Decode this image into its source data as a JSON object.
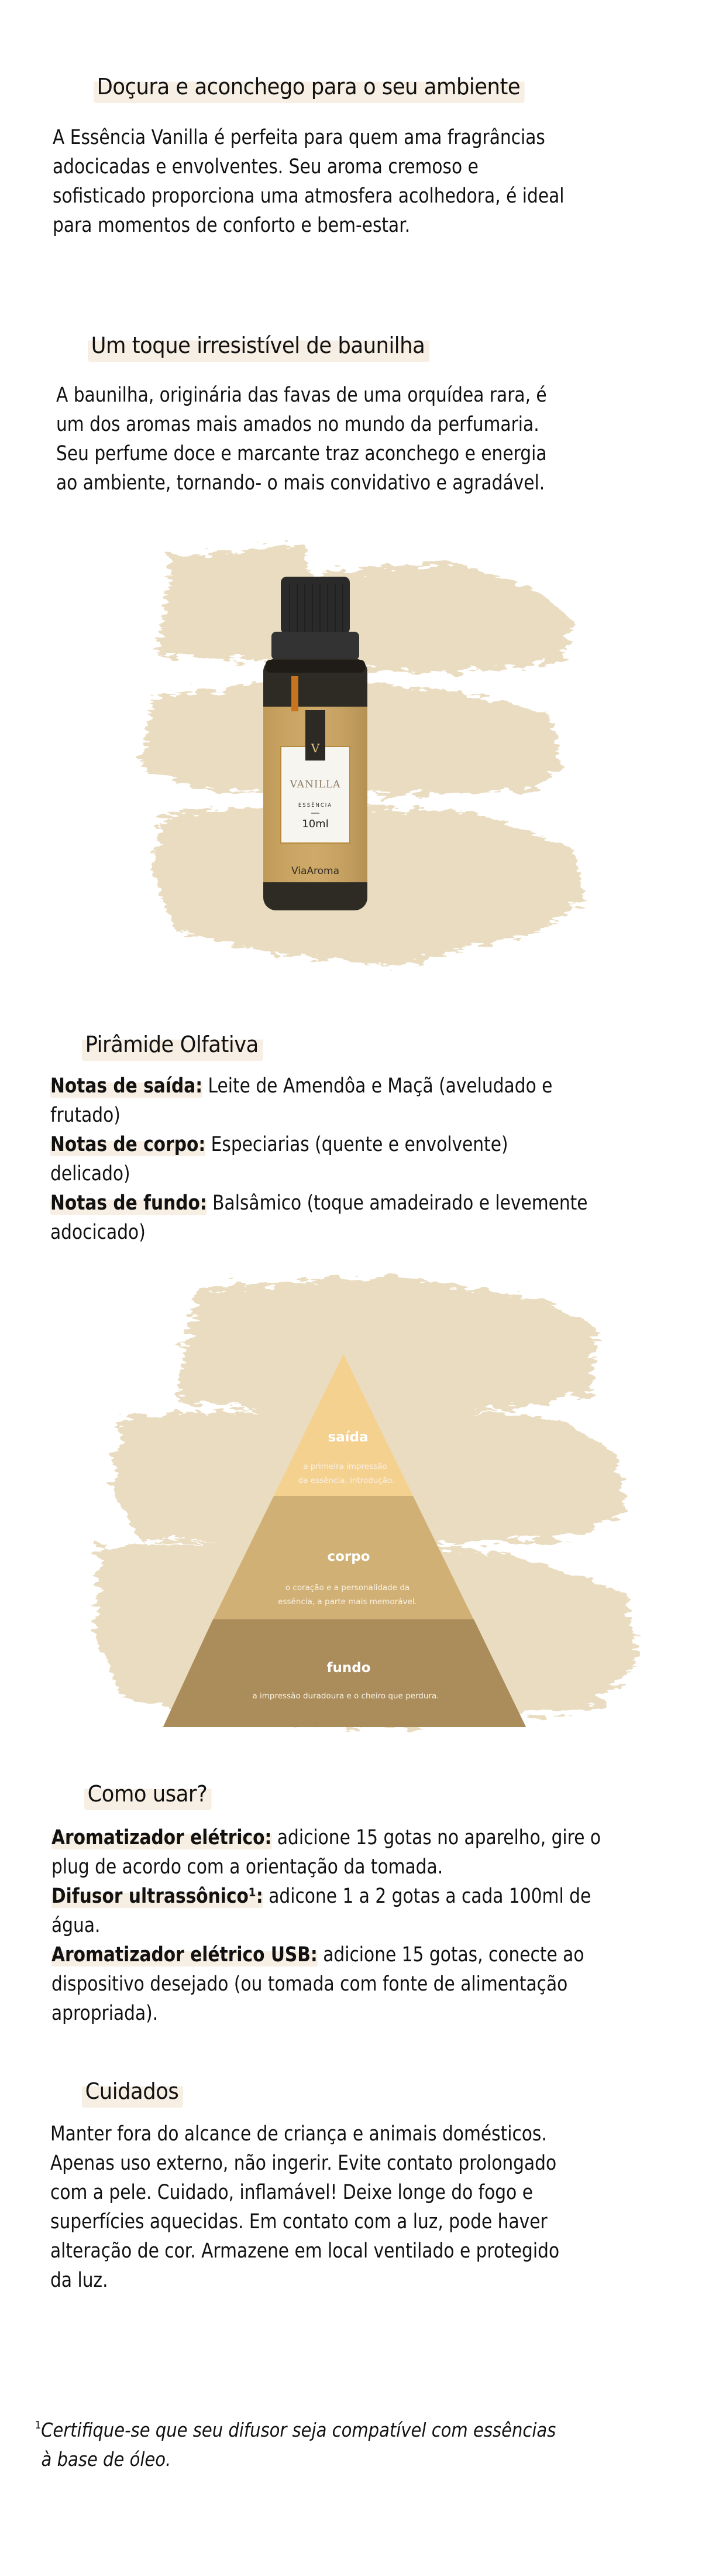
{
  "sections": {
    "intro": {
      "heading": "Doçura e aconchego para o seu ambiente",
      "lines": [
        "A Essência Vanilla é perfeita para quem ama fragrâncias",
        "adocicadas e envolventes. Seu aroma cremoso e",
        "sofisticado proporciona uma atmosfera acolhedora, é ideal",
        "para momentos de conforto e bem-estar."
      ]
    },
    "vanilla": {
      "heading": "Um toque irresistível de baunilha",
      "lines": [
        "A baunilha, originária das favas de uma orquídea rara, é",
        "um dos aromas mais amados no mundo da perfumaria.",
        "Seu perfume doce e marcante traz aconchego e energia",
        "ao ambiente, tornando- o mais convidativo e agradável."
      ]
    },
    "product_image": {
      "brand": "ViaAroma",
      "name": "VANILLA",
      "type": "ESSÊNCIA",
      "volume": "10ml",
      "logo_glyph": "V"
    },
    "pyramid_section": {
      "heading": "Pirâmide Olfativa",
      "notes": [
        {
          "label": "Notas de saída:",
          "text": " Leite de Amendôa e Maçã (aveludado e",
          "cont": "frutado)"
        },
        {
          "label": "Notas de corpo:",
          "text": " Especiarias (quente e envolvente)",
          "cont": "delicado)"
        },
        {
          "label": "Notas de fundo:",
          "text": " Balsâmico (toque amadeirado e levemente",
          "cont": "adocicado)"
        }
      ]
    },
    "pyramid": {
      "top": {
        "title": "saída",
        "desc1": "a primeira impressão",
        "desc2": "da essência, introdução.",
        "color": "#f5d190"
      },
      "middle": {
        "title": "corpo",
        "desc1": "o coração e a personalidade da",
        "desc2": "essência, a parte mais memorável.",
        "color": "#d0b074"
      },
      "bottom": {
        "title": "fundo",
        "desc1": "a impressão duradoura e o cheiro que perdura.",
        "color": "#ab8c5b"
      }
    },
    "usage": {
      "heading": "Como usar?",
      "items": [
        {
          "label": "Aromatizador elétrico:",
          "text": " adicione 15 gotas no aparelho, gire o",
          "cont": "plug de acordo com a orientação da tomada."
        },
        {
          "label": "Difusor ultrassônico¹:",
          "text": " adicone 1 a 2 gotas a cada 100ml de",
          "cont": "água."
        },
        {
          "label": "Aromatizador elétrico USB:",
          "text": " adicione 15 gotas, conecte ao",
          "cont": "dispositivo desejado (ou tomada com fonte de alimentação",
          "cont2": "apropriada)."
        }
      ]
    },
    "care": {
      "heading": "Cuidados",
      "lines": [
        "Manter fora do alcance de criança e animais domésticos.",
        "Apenas uso externo, não ingerir. Evite contato prolongado",
        "com a pele. Cuidado, inflamável! Deixe longe do fogo e",
        "superfícies aquecidas. Em contato com a luz, pode haver",
        "alteração de cor. Armazene em local ventilado e protegido",
        "da luz."
      ]
    },
    "footnote": {
      "marker": "1",
      "line1": "Certifique-se que seu difusor seja compatível com essências",
      "line2": "à base de óleo."
    }
  },
  "colors": {
    "highlight": "#f7efe4",
    "brush": "#eadcc0",
    "text": "#111111"
  }
}
